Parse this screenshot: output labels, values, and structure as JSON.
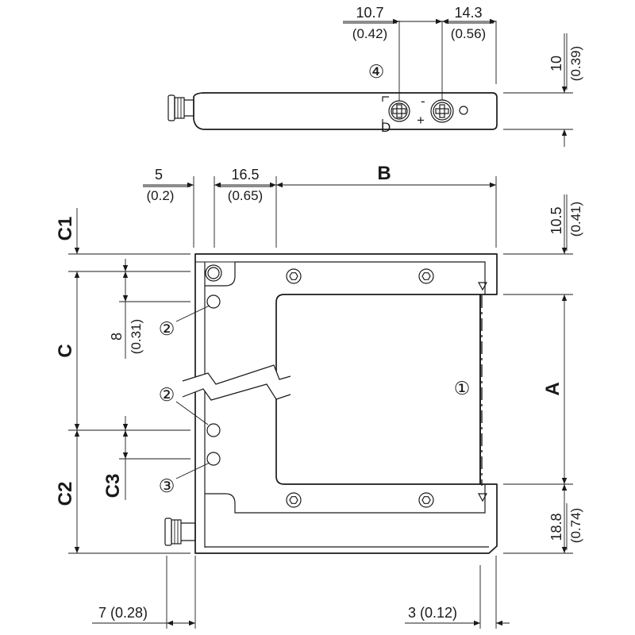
{
  "dimensions": {
    "top_10_7": "10.7",
    "top_0_42": "(0.42)",
    "top_14_3": "14.3",
    "top_0_56": "(0.56)",
    "right_10": "10",
    "right_0_39": "(0.39)",
    "d_5": "5",
    "d_0_2": "(0.2)",
    "d_16_5": "16.5",
    "d_0_65": "(0.65)",
    "d_b": "B",
    "d_10_5": "10.5",
    "d_0_41": "(0.41)",
    "d_c1": "C1",
    "d_c": "C",
    "d_8": "8",
    "d_0_31": "(0.31)",
    "d_a": "A",
    "d_c3": "C3",
    "d_c2": "C2",
    "d_18_8": "18.8",
    "d_0_74": "(0.74)",
    "d_7": "7 (0.28)",
    "d_3": "3 (0.12)"
  },
  "callouts": {
    "c1": "①",
    "c2": "②",
    "c3": "③",
    "c4": "④"
  },
  "panel_marks": {
    "minus": "-",
    "plus": "+",
    "d": "D",
    "l": "L"
  }
}
